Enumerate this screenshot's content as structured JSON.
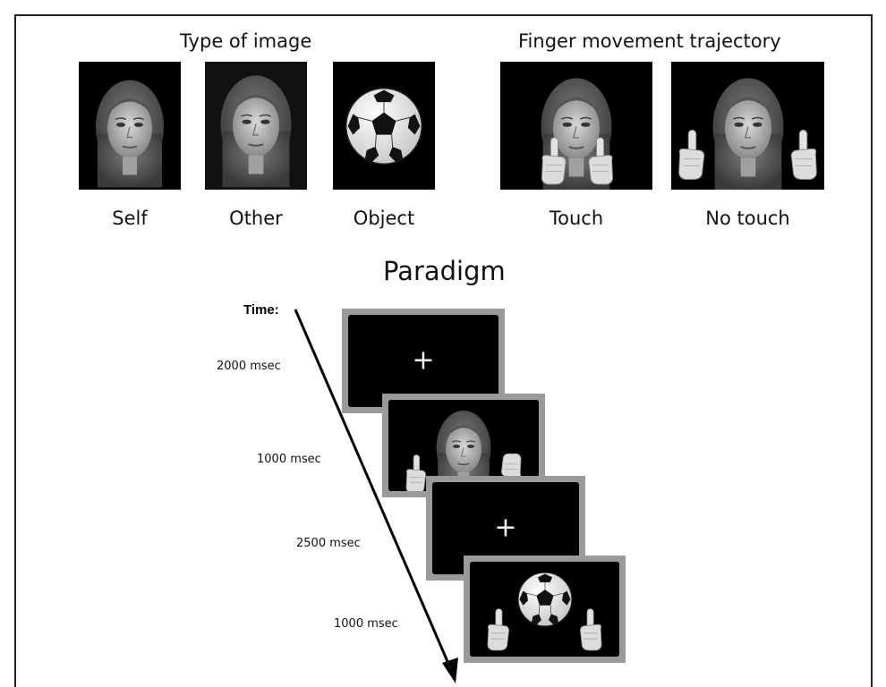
{
  "headings": {
    "type_of_image": "Type of image",
    "finger_trajectory": "Finger movement trajectory"
  },
  "image_types": [
    {
      "label": "Self",
      "icon": "self-face-image"
    },
    {
      "label": "Other",
      "icon": "other-face-image"
    },
    {
      "label": "Object",
      "icon": "soccer-ball-image"
    }
  ],
  "trajectories": [
    {
      "label": "Touch",
      "icon": "face-fingers-touch-image"
    },
    {
      "label": "No touch",
      "icon": "face-fingers-no-touch-image"
    }
  ],
  "paradigm": {
    "title": "Paradigm",
    "time_label": "Time:",
    "durations": [
      "2000 msec",
      "1000 msec",
      "2500 msec",
      "1000 msec"
    ],
    "screens": [
      {
        "content": "fixation-cross",
        "glyph": "+"
      },
      {
        "content": "face-with-fingers"
      },
      {
        "content": "fixation-cross",
        "glyph": "+"
      },
      {
        "content": "ball-with-fingers"
      }
    ]
  },
  "colors": {
    "screen_border": "#9a9a9a",
    "screen_background": "#000000",
    "text": "#111111"
  }
}
